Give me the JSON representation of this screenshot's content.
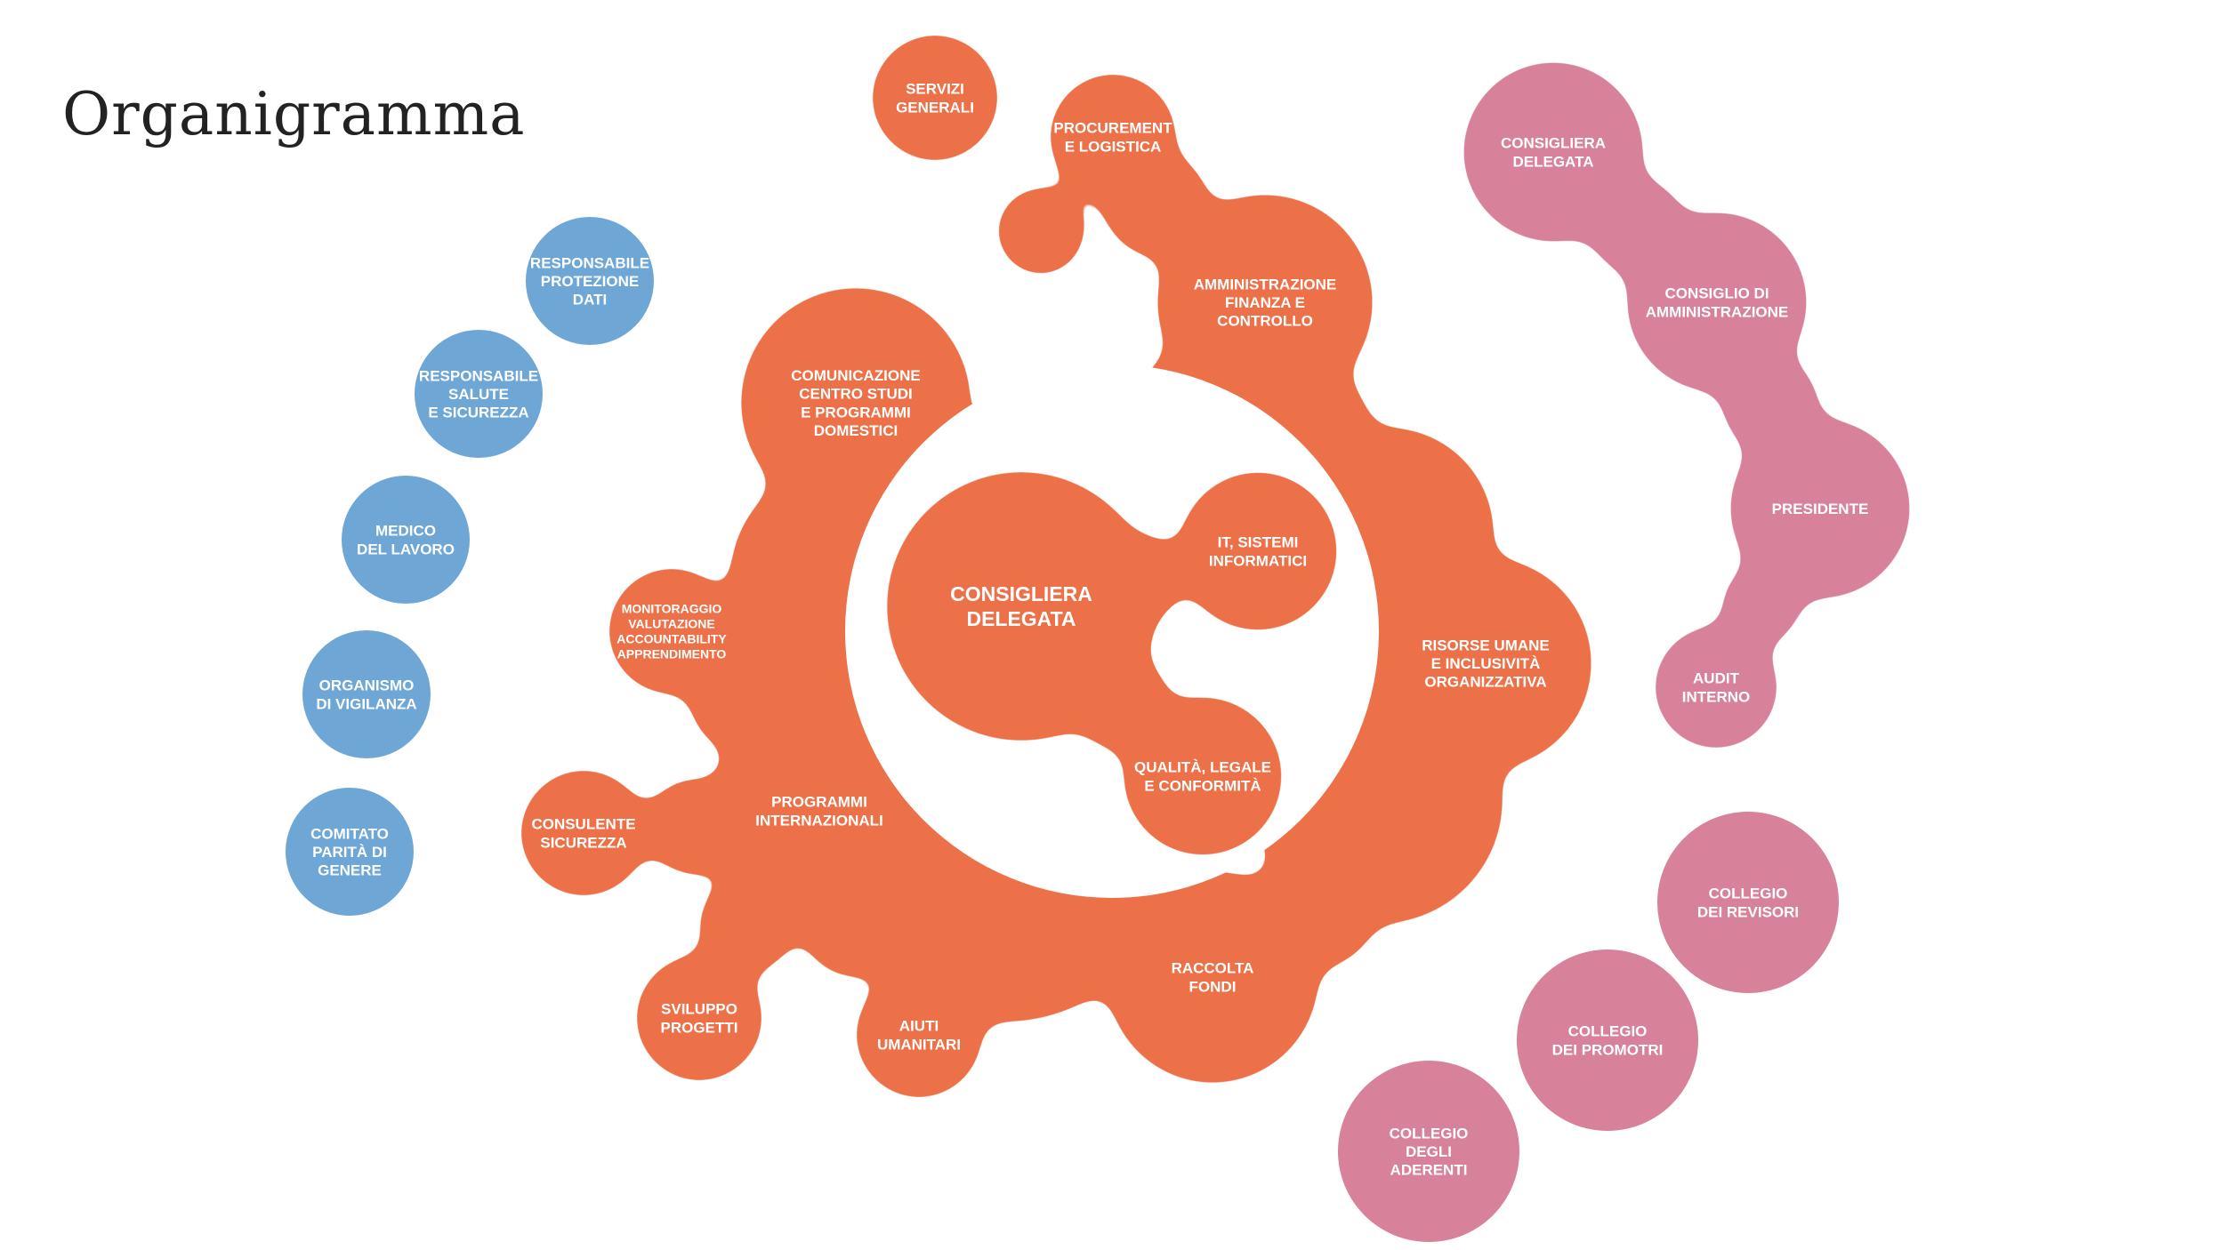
{
  "title": "Organigramma",
  "colors": {
    "orange": "#EC7149",
    "blue": "#6EA6D6",
    "pink": "#D7819B",
    "background": "#FFFFFF"
  },
  "center": {
    "id": "consigliera-delegata-center",
    "lines": [
      "CONSIGLIERA",
      "DELEGATA"
    ]
  },
  "orange_nodes": [
    {
      "id": "servizi-generali",
      "lines": [
        "SERVIZI",
        "GENERALI"
      ]
    },
    {
      "id": "procurement-logistica",
      "lines": [
        "PROCUREMENT",
        "E LOGISTICA"
      ]
    },
    {
      "id": "amministrazione",
      "lines": [
        "AMMINISTRAZIONE",
        "FINANZA E",
        "CONTROLLO"
      ]
    },
    {
      "id": "comunicazione",
      "lines": [
        "COMUNICAZIONE",
        "CENTRO STUDI",
        "E PROGRAMMI",
        "DOMESTICI"
      ]
    },
    {
      "id": "it-sistemi",
      "lines": [
        "IT, SISTEMI",
        "INFORMATICI"
      ]
    },
    {
      "id": "qualita-legale",
      "lines": [
        "QUALITÀ, LEGALE",
        "E CONFORMITÀ"
      ]
    },
    {
      "id": "risorse-umane",
      "lines": [
        "RISORSE UMANE",
        "E INCLUSIVITÀ",
        "ORGANIZZATIVA"
      ]
    },
    {
      "id": "raccolta-fondi",
      "lines": [
        "RACCOLTA",
        "FONDI"
      ]
    },
    {
      "id": "programmi-internazionali",
      "lines": [
        "PROGRAMMI",
        "INTERNAZIONALI"
      ]
    },
    {
      "id": "monitoraggio",
      "lines": [
        "MONITORAGGIO",
        "VALUTAZIONE",
        "ACCOUNTABILITY",
        "APPRENDIMENTO"
      ]
    },
    {
      "id": "consulente-sicurezza",
      "lines": [
        "CONSULENTE",
        "SICUREZZA"
      ]
    },
    {
      "id": "sviluppo-progetti",
      "lines": [
        "SVILUPPO",
        "PROGETTI"
      ]
    },
    {
      "id": "aiuti-umanitari",
      "lines": [
        "AIUTI",
        "UMANITARI"
      ]
    }
  ],
  "blue_nodes": [
    {
      "id": "responsabile-protezione-dati",
      "lines": [
        "RESPONSABILE",
        "PROTEZIONE",
        "DATI"
      ]
    },
    {
      "id": "responsabile-salute-sicurezza",
      "lines": [
        "RESPONSABILE",
        "SALUTE",
        "E SICUREZZA"
      ]
    },
    {
      "id": "medico-lavoro",
      "lines": [
        "MEDICO",
        "DEL LAVORO"
      ]
    },
    {
      "id": "organismo-vigilanza",
      "lines": [
        "ORGANISMO",
        "DI VIGILANZA"
      ]
    },
    {
      "id": "comitato-parita",
      "lines": [
        "COMITATO",
        "PARITÀ DI",
        "GENERE"
      ]
    }
  ],
  "pink_nodes": [
    {
      "id": "consigliera-delegata-board",
      "lines": [
        "CONSIGLIERA",
        "DELEGATA"
      ]
    },
    {
      "id": "consiglio-amministrazione",
      "lines": [
        "CONSIGLIO DI",
        "AMMINISTRAZIONE"
      ]
    },
    {
      "id": "presidente",
      "lines": [
        "PRESIDENTE"
      ]
    },
    {
      "id": "audit-interno",
      "lines": [
        "AUDIT",
        "INTERNO"
      ]
    },
    {
      "id": "collegio-revisori",
      "lines": [
        "COLLEGIO",
        "DEI REVISORI"
      ]
    },
    {
      "id": "collegio-promotri",
      "lines": [
        "COLLEGIO",
        "DEI PROMOTRI"
      ]
    },
    {
      "id": "collegio-aderenti",
      "lines": [
        "COLLEGIO",
        "DEGLI",
        "ADERENTI"
      ]
    }
  ]
}
